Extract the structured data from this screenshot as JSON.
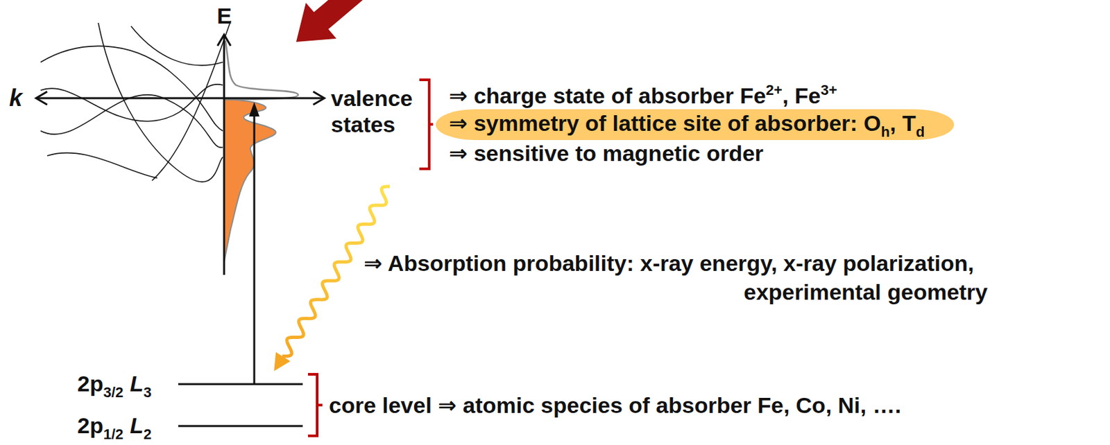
{
  "diagram": {
    "nodes": [
      {
        "text": [
          "⇒ symmetry of lattice site of absorber: O",
          "h",
          ", T",
          "d"
        ]
      }
    ],
    "labels": [
      "E",
      "k",
      "valence states",
      "⇒ charge state of absorber Fe",
      "2+",
      ", Fe",
      "3+",
      "⇒ sensitive to magnetic order",
      "⇒ Absorption probability: x-ray energy, x-ray polarization,",
      "experimental geometry",
      "2p",
      "3/2",
      "L",
      "3",
      "2p",
      "1/2",
      "L",
      "2",
      "core level ⇒ atomic species of absorber Fe, Co, Ni, …."
    ]
  }
}
